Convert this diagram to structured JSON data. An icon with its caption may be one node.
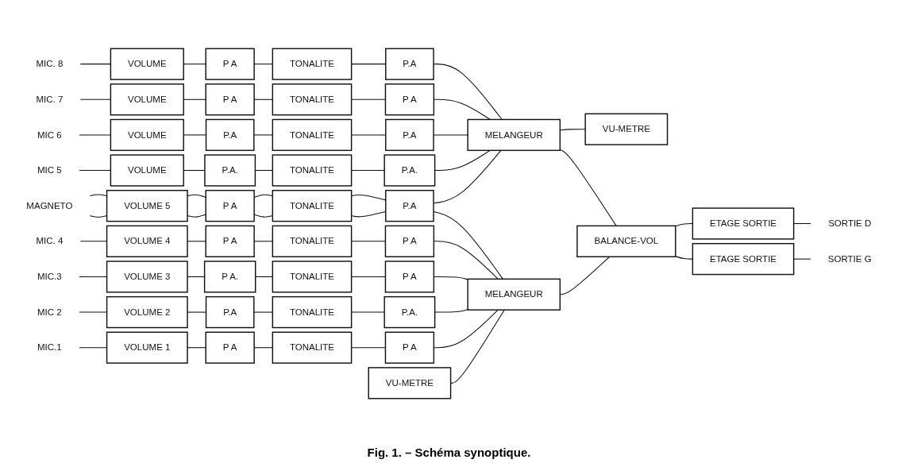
{
  "diagram": {
    "caption": "Fig. 1. – Schéma synoptique.",
    "nodes": [
      {
        "text": [
          "MIC.1"
        ]
      },
      {
        "text": [
          "VOLUME 1"
        ]
      },
      {
        "text": [
          "P A"
        ]
      },
      {
        "text": [
          "TONALITE"
        ]
      },
      {
        "text": [
          "P A"
        ]
      },
      {
        "text": [
          "MIC 2"
        ]
      },
      {
        "text": [
          "VOLUME 2"
        ]
      },
      {
        "text": [
          "P.A"
        ]
      },
      {
        "text": [
          "TONALITE"
        ]
      },
      {
        "text": [
          "P.A."
        ]
      },
      {
        "text": [
          "MIC.3"
        ]
      },
      {
        "text": [
          "VOLUME 3"
        ]
      },
      {
        "text": [
          "P A."
        ]
      },
      {
        "text": [
          "TONALITE"
        ]
      },
      {
        "text": [
          "P A"
        ]
      },
      {
        "text": [
          "MIC. 4"
        ]
      },
      {
        "text": [
          "VOLUME 4"
        ]
      },
      {
        "text": [
          "P A"
        ]
      },
      {
        "text": [
          "TONALITE"
        ]
      },
      {
        "text": [
          "P A"
        ]
      },
      {
        "text": [
          "MAGNETO"
        ]
      },
      {
        "text": [
          "VOLUME 5"
        ]
      },
      {
        "text": [
          "P A"
        ]
      },
      {
        "text": [
          "TONALITE"
        ]
      },
      {
        "text": [
          "P.A"
        ]
      },
      {
        "text": [
          "MIC 5"
        ]
      },
      {
        "text": [
          "VOLUME"
        ]
      },
      {
        "text": [
          "P.A."
        ]
      },
      {
        "text": [
          "TONALITE"
        ]
      },
      {
        "text": [
          "P.A."
        ]
      },
      {
        "text": [
          "MIC 6"
        ]
      },
      {
        "text": [
          "VOLUME"
        ]
      },
      {
        "text": [
          "P.A"
        ]
      },
      {
        "text": [
          "TONALITE"
        ]
      },
      {
        "text": [
          "P.A"
        ]
      },
      {
        "text": [
          "MIC. 7"
        ]
      },
      {
        "text": [
          "VOLUME"
        ]
      },
      {
        "text": [
          "P A"
        ]
      },
      {
        "text": [
          "TONALITE"
        ]
      },
      {
        "text": [
          "P A"
        ]
      },
      {
        "text": [
          "MIC. 8"
        ]
      },
      {
        "text": [
          "VOLUME"
        ]
      },
      {
        "text": [
          "P A"
        ]
      },
      {
        "text": [
          "TONALITE"
        ]
      },
      {
        "text": [
          "P.A"
        ]
      },
      {
        "text": [
          "VU-METRE"
        ]
      },
      {
        "text": [
          "MELANGEUR"
        ]
      },
      {
        "text": [
          "BALANCE-VOL"
        ]
      },
      {
        "text": [
          "ETAGE SORTIE"
        ]
      },
      {
        "text": [
          "SORTIE G"
        ]
      },
      {
        "text": [
          "MELANGEUR"
        ]
      },
      {
        "text": [
          "ETAGE SORTIE"
        ]
      },
      {
        "text": [
          "SORTIE D"
        ]
      },
      {
        "text": [
          "VU-METRE"
        ]
      }
    ],
    "edges": [
      {
        "from": 0,
        "to": 1,
        "arrow": "none"
      },
      {
        "from": 1,
        "to": 2,
        "arrow": "none"
      },
      {
        "from": 2,
        "to": 3,
        "arrow": "none"
      },
      {
        "from": 3,
        "to": 4,
        "arrow": "none"
      },
      {
        "from": 5,
        "to": 6,
        "arrow": "none"
      },
      {
        "from": 6,
        "to": 7,
        "arrow": "none"
      },
      {
        "from": 7,
        "to": 8,
        "arrow": "none"
      },
      {
        "from": 8,
        "to": 9,
        "arrow": "none"
      },
      {
        "from": 10,
        "to": 11,
        "arrow": "none"
      },
      {
        "from": 11,
        "to": 12,
        "arrow": "none"
      },
      {
        "from": 12,
        "to": 13,
        "arrow": "none"
      },
      {
        "from": 13,
        "to": 14,
        "arrow": "none"
      },
      {
        "from": 15,
        "to": 16,
        "arrow": "none"
      },
      {
        "from": 16,
        "to": 17,
        "arrow": "none"
      },
      {
        "from": 17,
        "to": 18,
        "arrow": "none"
      },
      {
        "from": 18,
        "to": 19,
        "arrow": "none"
      },
      {
        "from": 20,
        "to": 21,
        "arrow": "none"
      },
      {
        "from": 20,
        "to": 21,
        "arrow": "none"
      },
      {
        "from": 21,
        "to": 22,
        "arrow": "none"
      },
      {
        "from": 21,
        "to": 22,
        "arrow": "none"
      },
      {
        "from": 22,
        "to": 23,
        "arrow": "none"
      },
      {
        "from": 22,
        "to": 23,
        "arrow": "none"
      },
      {
        "from": 23,
        "to": 24,
        "arrow": "none"
      },
      {
        "from": 23,
        "to": 24,
        "arrow": "none"
      },
      {
        "from": 25,
        "to": 26,
        "arrow": "none"
      },
      {
        "from": 26,
        "to": 27,
        "arrow": "none"
      },
      {
        "from": 27,
        "to": 28,
        "arrow": "none"
      },
      {
        "from": 28,
        "to": 29,
        "arrow": "none"
      },
      {
        "from": 30,
        "to": 31,
        "arrow": "none"
      },
      {
        "from": 31,
        "to": 32,
        "arrow": "none"
      },
      {
        "from": 32,
        "to": 33,
        "arrow": "none"
      },
      {
        "from": 33,
        "to": 34,
        "arrow": "none"
      },
      {
        "from": 35,
        "to": 36,
        "arrow": "none"
      },
      {
        "from": 36,
        "to": 37,
        "arrow": "none"
      },
      {
        "from": 37,
        "to": 38,
        "arrow": "none"
      },
      {
        "from": 38,
        "to": 39,
        "arrow": "none"
      },
      {
        "from": 40,
        "to": 41,
        "arrow": "none"
      },
      {
        "from": 41,
        "to": 42,
        "arrow": "none"
      },
      {
        "from": 42,
        "to": 43,
        "arrow": "none"
      },
      {
        "from": 43,
        "to": 44,
        "arrow": "none"
      },
      {
        "from": 4,
        "to": 46,
        "arrow": "none"
      },
      {
        "from": 9,
        "to": 46,
        "arrow": "none"
      },
      {
        "from": 14,
        "to": 46,
        "arrow": "none"
      },
      {
        "from": 19,
        "to": 46,
        "arrow": "none"
      },
      {
        "from": 24,
        "to": 46,
        "arrow": "none"
      },
      {
        "from": 24,
        "to": 50,
        "arrow": "none"
      },
      {
        "from": 29,
        "to": 50,
        "arrow": "none"
      },
      {
        "from": 34,
        "to": 50,
        "arrow": "none"
      },
      {
        "from": 39,
        "to": 50,
        "arrow": "none"
      },
      {
        "from": 44,
        "to": 50,
        "arrow": "none"
      },
      {
        "from": 45,
        "to": 46,
        "arrow": "none"
      },
      {
        "from": 46,
        "to": 47,
        "arrow": "none"
      },
      {
        "from": 47,
        "to": 48,
        "arrow": "none"
      },
      {
        "from": 48,
        "to": 49,
        "arrow": "none"
      },
      {
        "from": 50,
        "to": 47,
        "arrow": "none"
      },
      {
        "from": 47,
        "to": 51,
        "arrow": "none"
      },
      {
        "from": 51,
        "to": 52,
        "arrow": "none"
      },
      {
        "from": 50,
        "to": 53,
        "arrow": "none"
      }
    ]
  }
}
